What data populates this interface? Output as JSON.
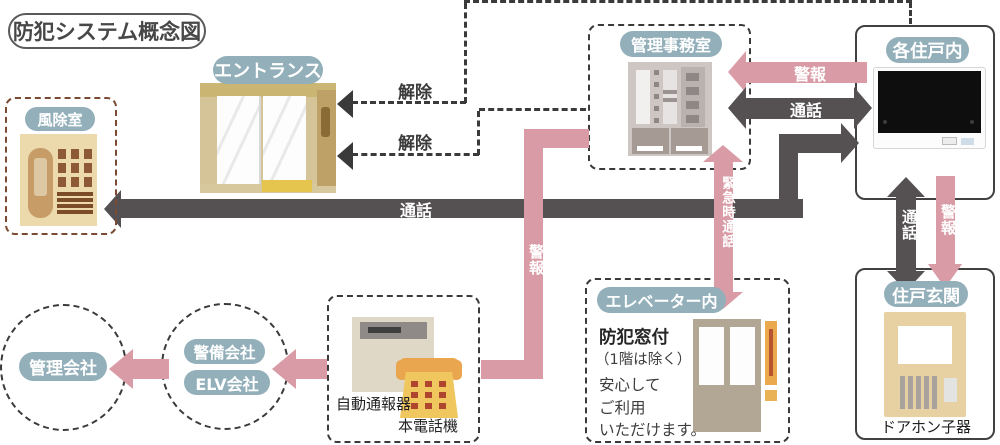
{
  "title": "防犯システム概念図",
  "colors": {
    "pink": "#d99ca6",
    "dark": "#555052",
    "pillbg": "#92afba",
    "dash": "#3a3a3a"
  },
  "nodes": {
    "fujo": {
      "label": "風除室"
    },
    "entrance": {
      "label": "エントランス"
    },
    "office": {
      "label": "管理事務室"
    },
    "unit": {
      "label": "各住戸内"
    },
    "door": {
      "label": "住戸玄関",
      "device": "ドアホン子器"
    },
    "elevator": {
      "label": "エレベーター内",
      "headline": "防犯窓付",
      "lines": [
        "（1階は除く）",
        "安心して",
        "ご利用",
        "いただけます。"
      ]
    },
    "reporter": {
      "label": "自動通報器",
      "phone": "本電話機"
    },
    "companies": {
      "security": "警備会社",
      "elv": "ELV会社",
      "management": "管理会社"
    }
  },
  "arrows": {
    "unlock_upper": "解除",
    "unlock_lower": "解除",
    "call_main": "通話",
    "alarm_link": "警報",
    "alarm_office": "警報",
    "call_office": "通話",
    "emergency_call": "緊急時通話",
    "call_door": "通話",
    "alarm_door": "警報"
  }
}
